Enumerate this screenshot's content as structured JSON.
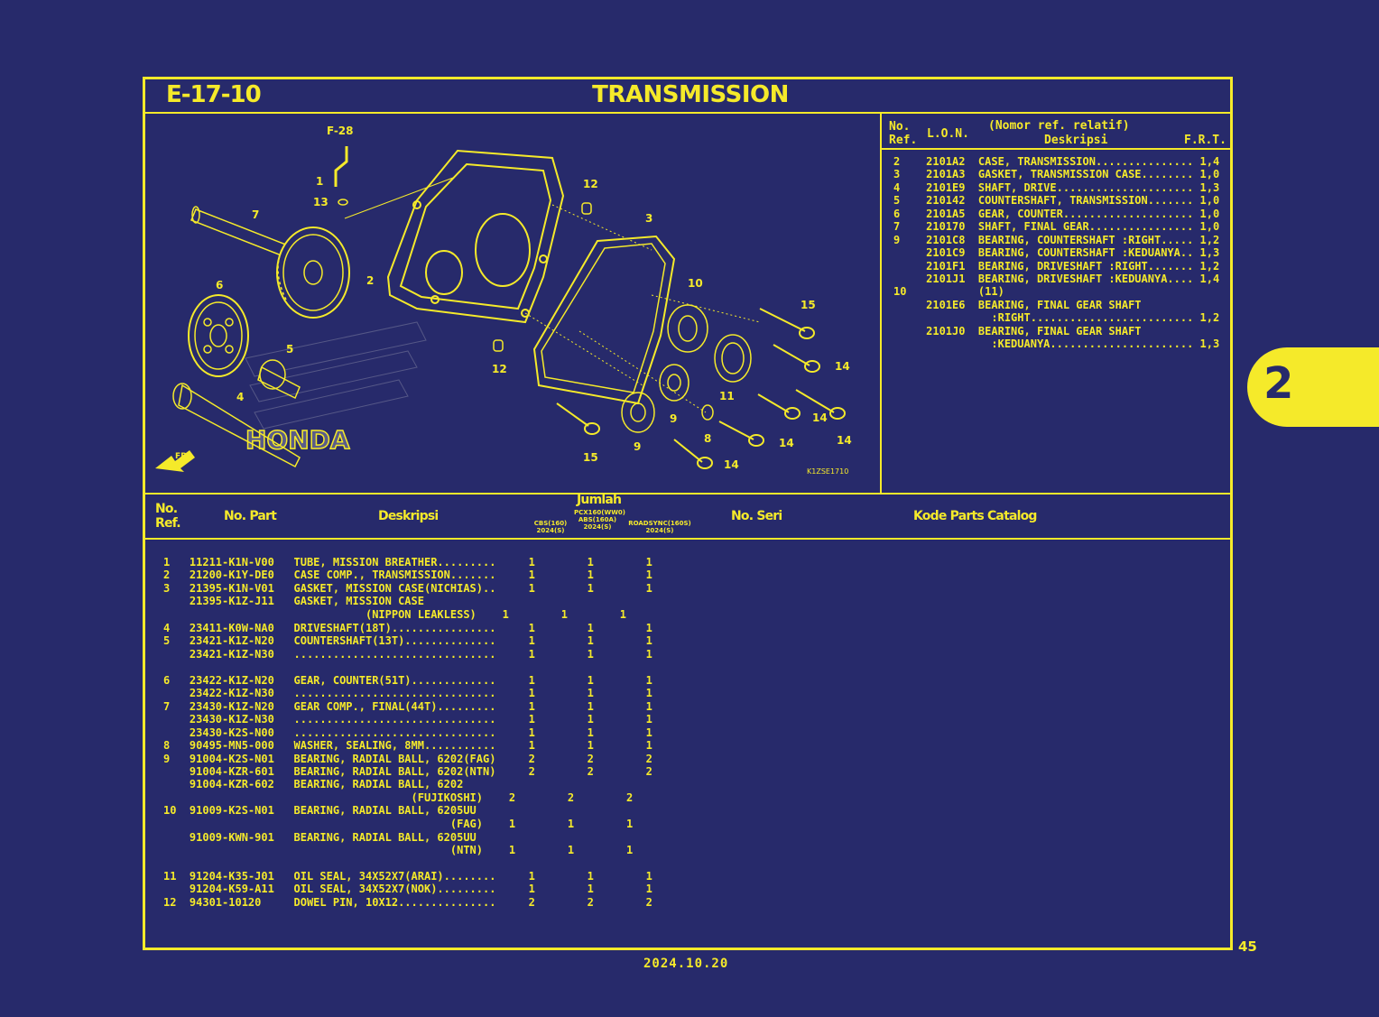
{
  "header": {
    "code": "E-17-10",
    "title": "TRANSMISSION"
  },
  "diagram": {
    "ref_f28": "F-28",
    "callouts": [
      "1",
      "13",
      "7",
      "6",
      "5",
      "4",
      "2",
      "12",
      "3",
      "12",
      "10",
      "11",
      "15",
      "15",
      "14",
      "14",
      "14",
      "14",
      "14",
      "9",
      "9",
      "8"
    ],
    "image_code": "K1ZSE1710",
    "fr_label": "FR.",
    "watermark": "HONDA"
  },
  "lon_table": {
    "headers": {
      "no": "No.",
      "ref": "Ref.",
      "lon": "L.O.N.",
      "desc_note": "(Nomor ref. relatif)",
      "desc": "Deskripsi",
      "frt": "F.R.T."
    },
    "rows": [
      "2    2101A2  CASE, TRANSMISSION............... 1,4",
      "3    2101A3  GASKET, TRANSMISSION CASE........ 1,0",
      "4    2101E9  SHAFT, DRIVE..................... 1,3",
      "5    210142  COUNTERSHAFT, TRANSMISSION....... 1,0",
      "6    2101A5  GEAR, COUNTER.................... 1,0",
      "7    210170  SHAFT, FINAL GEAR................ 1,0",
      "9    2101C8  BEARING, COUNTERSHAFT :RIGHT..... 1,2",
      "     2101C9  BEARING, COUNTERSHAFT :KEDUANYA.. 1,3",
      "     2101F1  BEARING, DRIVESHAFT :RIGHT....... 1,2",
      "     2101J1  BEARING, DRIVESHAFT :KEDUANYA.... 1,4",
      "10           (11)",
      "     2101E6  BEARING, FINAL GEAR SHAFT",
      "               :RIGHT......................... 1,2",
      "     2101J0  BEARING, FINAL GEAR SHAFT",
      "               :KEDUANYA...................... 1,3"
    ]
  },
  "parts_table": {
    "headers": {
      "no": "No.",
      "ref": "Ref.",
      "part": "No. Part",
      "desc": "Deskripsi",
      "jumlah": "Jumlah",
      "col1_top": "CBS(160)",
      "col1_bot": "2024(S)",
      "col2_top": "PCX160(WW0)",
      "col2_mid": "ABS(160A)",
      "col2_bot": "2024(S)",
      "col3_top": "ROADSYNC(160S)",
      "col3_bot": "2024(S)",
      "seri": "No. Seri",
      "catalog": "Kode Parts Catalog"
    },
    "rows": [
      "1   11211-K1N-V00   TUBE, MISSION BREATHER.........     1        1        1",
      "2   21200-K1Y-DE0   CASE COMP., TRANSMISSION.......     1        1        1",
      "3   21395-K1N-V01   GASKET, MISSION CASE(NICHIAS)..     1        1        1",
      "    21395-K1Z-J11   GASKET, MISSION CASE",
      "                               (NIPPON LEAKLESS)    1        1        1",
      "4   23411-K0W-NA0   DRIVESHAFT(18T)................     1        1        1",
      "5   23421-K1Z-N20   COUNTERSHAFT(13T)..............     1        1        1",
      "    23421-K1Z-N30   ...............................     1        1        1",
      "",
      "6   23422-K1Z-N20   GEAR, COUNTER(51T).............     1        1        1",
      "    23422-K1Z-N30   ...............................     1        1        1",
      "7   23430-K1Z-N20   GEAR COMP., FINAL(44T).........     1        1        1",
      "    23430-K1Z-N30   ...............................     1        1        1",
      "    23430-K2S-N00   ...............................     1        1        1",
      "8   90495-MN5-000   WASHER, SEALING, 8MM...........     1        1        1",
      "9   91004-K2S-N01   BEARING, RADIAL BALL, 6202(FAG)     2        2        2",
      "    91004-KZR-601   BEARING, RADIAL BALL, 6202(NTN)     2        2        2",
      "    91004-KZR-602   BEARING, RADIAL BALL, 6202",
      "                                      (FUJIKOSHI)    2        2        2",
      "10  91009-K2S-N01   BEARING, RADIAL BALL, 6205UU",
      "                                            (FAG)    1        1        1",
      "    91009-KWN-901   BEARING, RADIAL BALL, 6205UU",
      "                                            (NTN)    1        1        1",
      "",
      "11  91204-K35-J01   OIL SEAL, 34X52X7(ARAI)........     1        1        1",
      "    91204-K59-A11   OIL SEAL, 34X52X7(NOK).........     1        1        1",
      "12  94301-10120     DOWEL PIN, 10X12...............     2        2        2"
    ]
  },
  "section_tab": "2",
  "page_number": "45",
  "date": "2024.10.20"
}
